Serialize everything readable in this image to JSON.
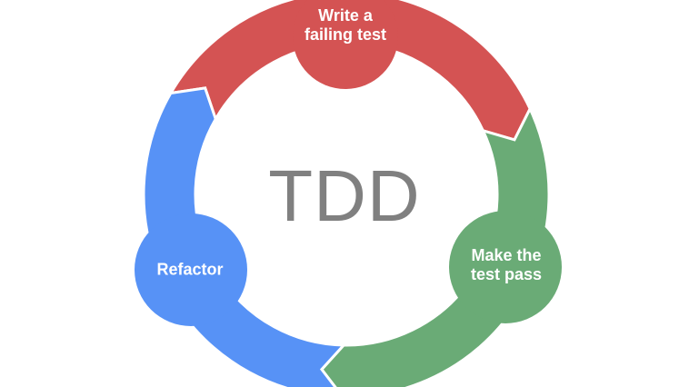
{
  "title": "TDD",
  "steps": [
    {
      "label": "Write a\nfailing test",
      "color": "#D45353"
    },
    {
      "label": "Make the\ntest pass",
      "color": "#6AAB76"
    },
    {
      "label": "Refactor",
      "color": "#5792F6"
    }
  ]
}
